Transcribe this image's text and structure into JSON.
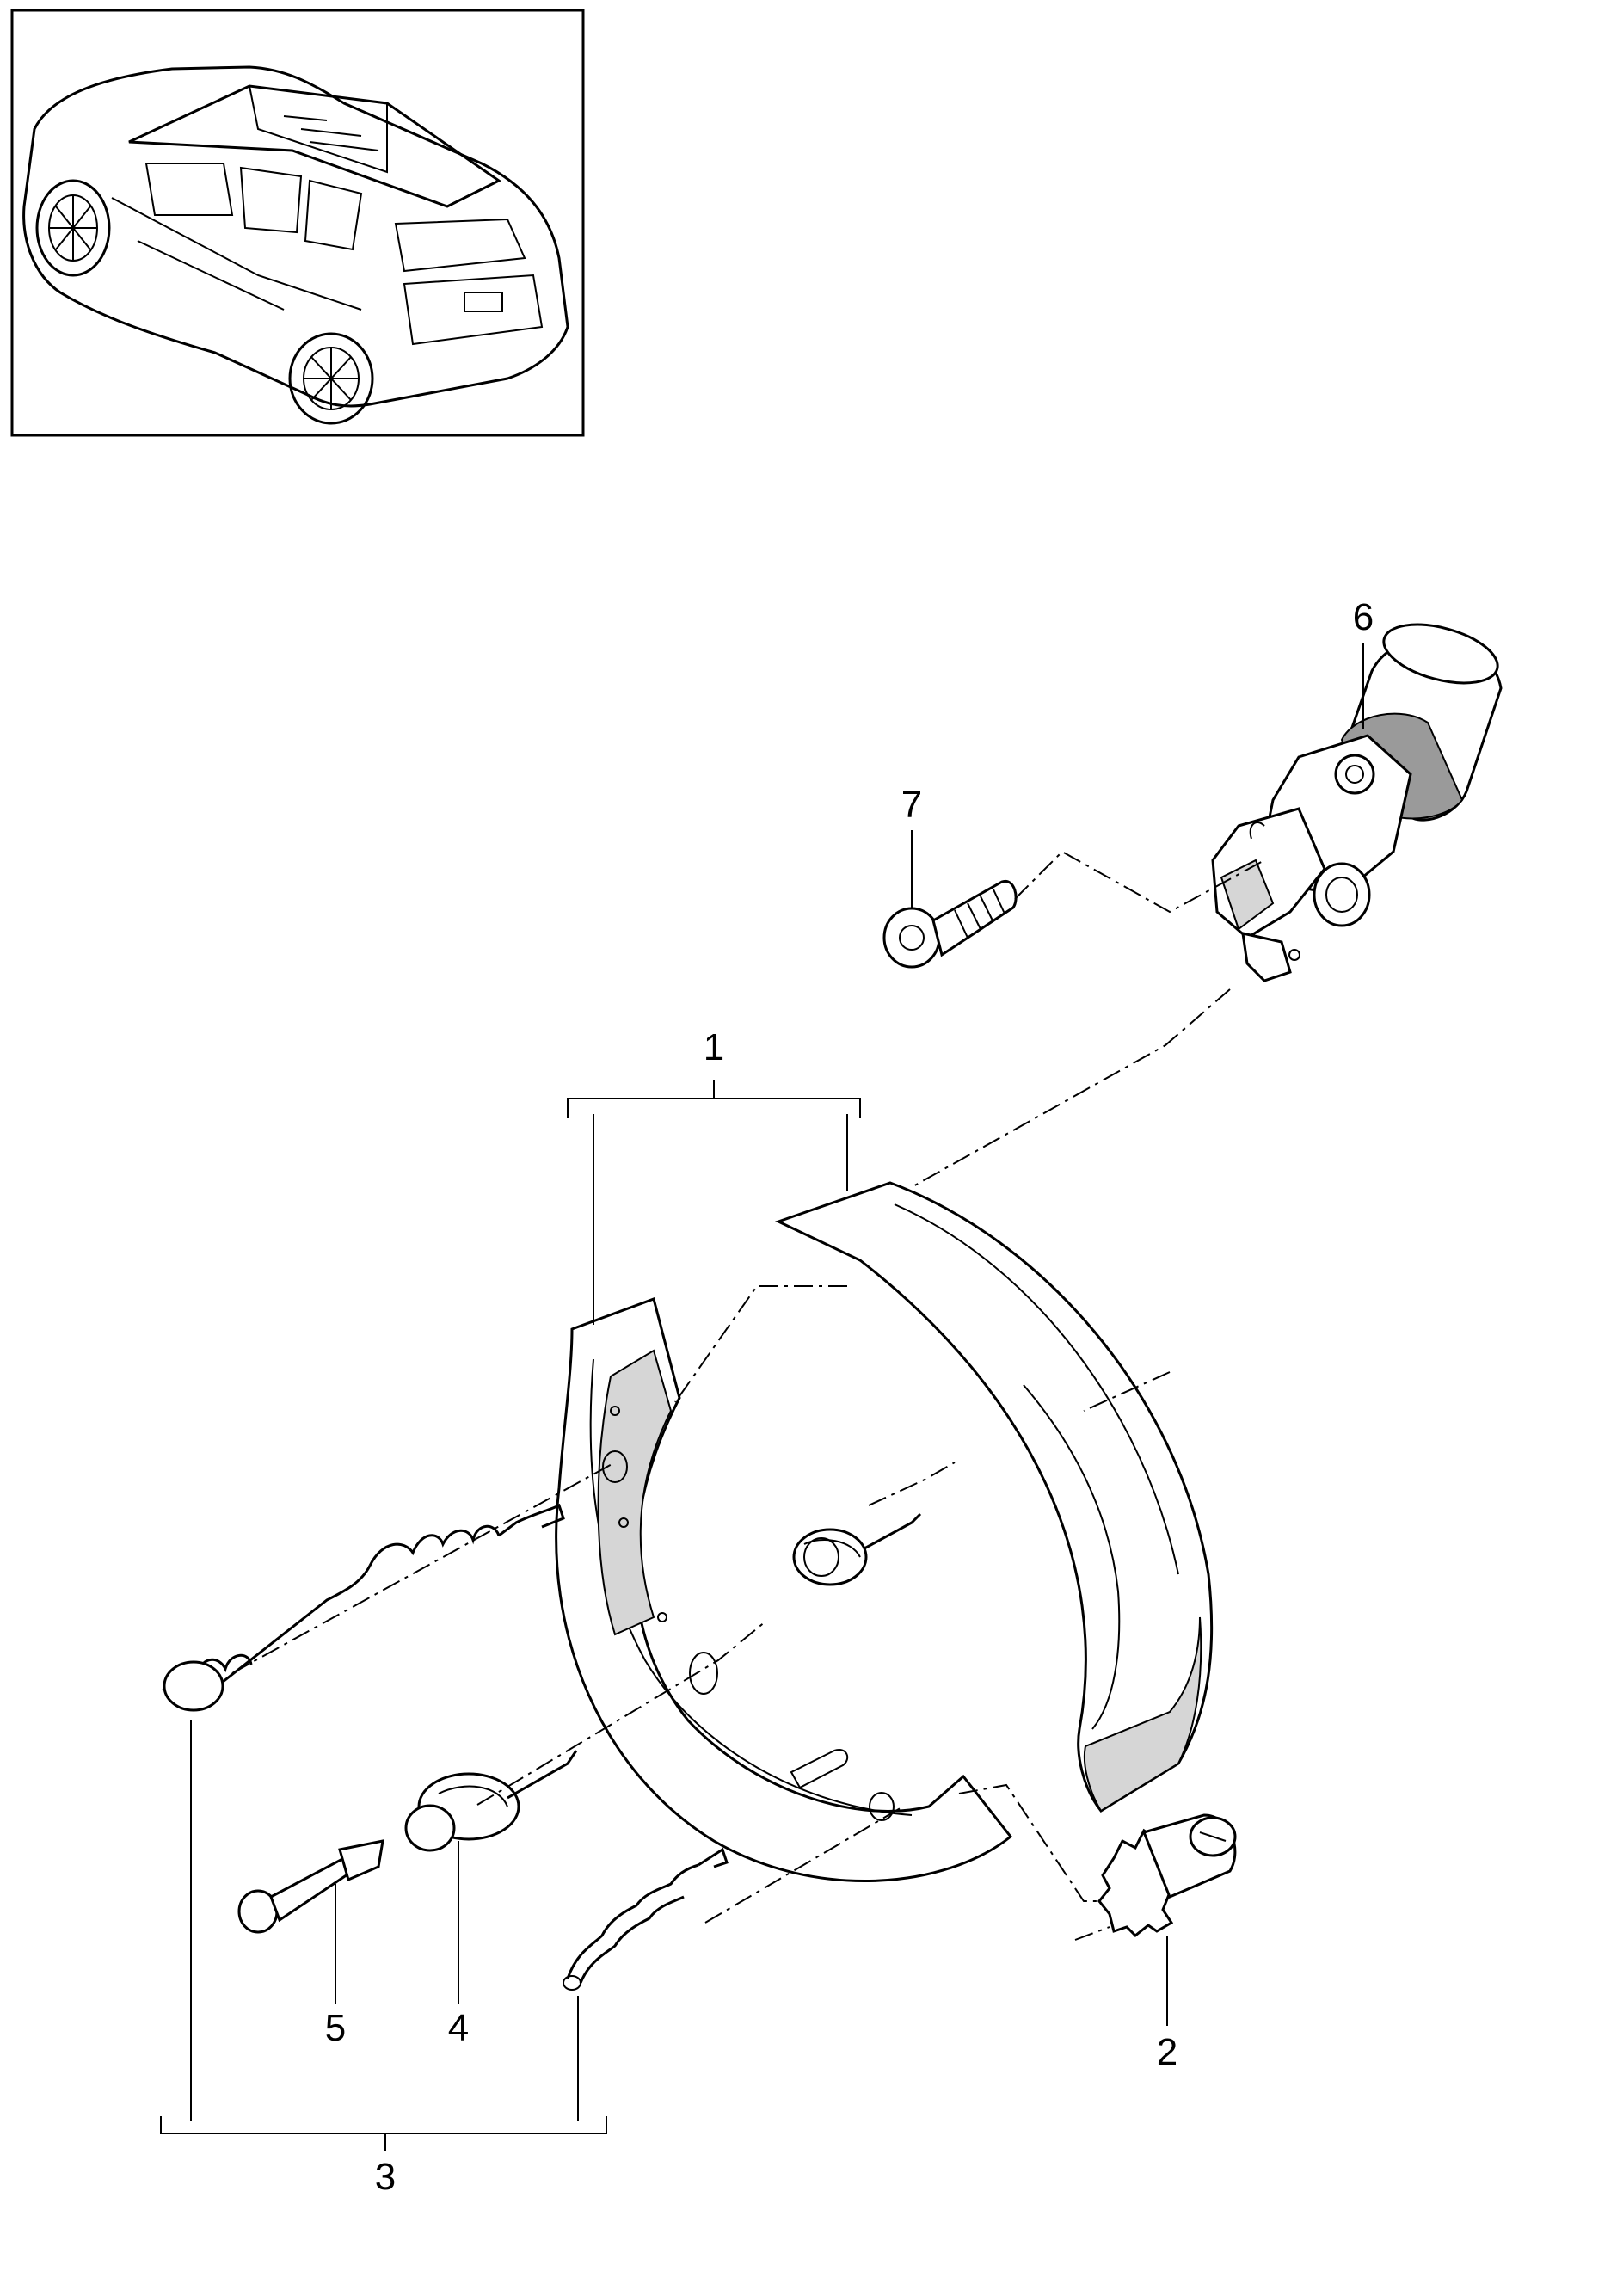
{
  "callouts": {
    "c1": "1",
    "c2": "2",
    "c3": "3",
    "c4": "4",
    "c5": "5",
    "c6": "6",
    "c7": "7"
  },
  "colors": {
    "line": "#000000",
    "background": "#ffffff",
    "shade": "#d6d6d6"
  },
  "icons": {
    "vehicle_thumbnail": "suv-rear-three-quarter-view"
  }
}
